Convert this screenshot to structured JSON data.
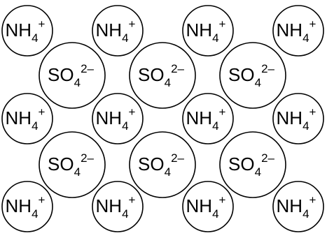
{
  "ions": {
    "ammonium": {
      "base": "NH",
      "subscript": "4",
      "charge": "+"
    },
    "sulfate": {
      "base": "SO",
      "subscript": "4",
      "charge": "2–"
    }
  },
  "lattice": {
    "ammonium_rows": 3,
    "ammonium_cols": 4,
    "sulfate_rows": 2,
    "sulfate_cols": 3
  },
  "colors": {
    "stroke": "#000000",
    "fill": "#ffffff",
    "text": "#000000"
  }
}
